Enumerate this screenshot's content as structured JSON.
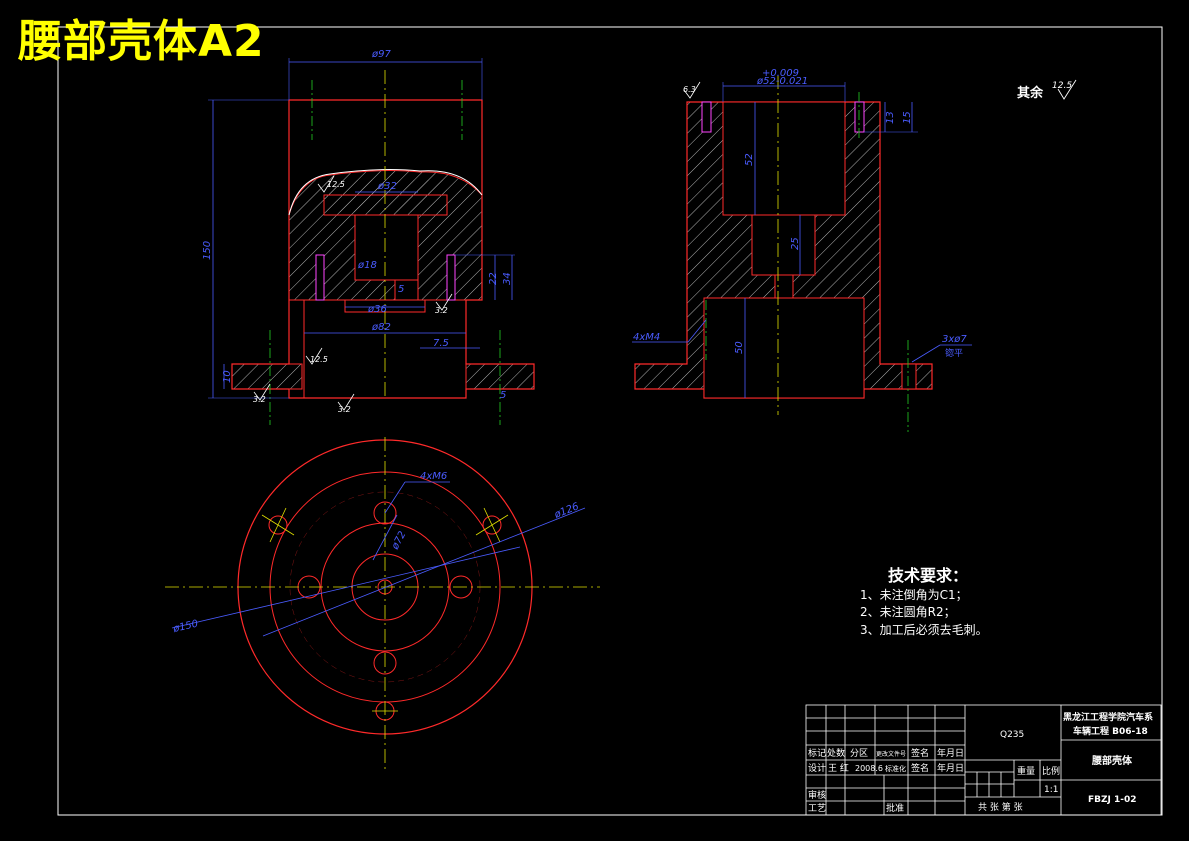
{
  "sheet": {
    "title": "腰部壳体A2"
  },
  "colors": {
    "background": "#000000",
    "outline": "#ff2a2a",
    "dimension": "#4a5cff",
    "centerline": "#22cc22",
    "axis": "#e0e000",
    "hatch": "#ffffff",
    "title": "#ffff00",
    "frame": "#ffffff"
  },
  "front_view": {
    "dims": {
      "top_width": "ø97",
      "height": "150",
      "inner_top": "ø32",
      "bore": "ø18",
      "base_inner": "ø82",
      "base_step": "ø36",
      "right_offset": "7.5",
      "flange_thk": "10",
      "groove_a": "22",
      "groove_b": "34",
      "tol_d": "5",
      "bottom_gap": "5"
    },
    "roughness": {
      "top": "12.5",
      "side": "3.2",
      "flange": "3.2",
      "base": "3.2",
      "lower": "12.5"
    }
  },
  "side_view": {
    "dims": {
      "tol_upper": "+0.009",
      "tol_main": "ø52-0.021",
      "depth": "52",
      "mid": "25",
      "lower": "50",
      "right_a": "13",
      "right_b": "15",
      "thread_left": "4xM4",
      "thread_right": "3xø7",
      "thread_right_note": "锪平"
    },
    "roughness": {
      "top_left": "6.3"
    },
    "other_roughness_label": "其余",
    "other_roughness_value": "12.5"
  },
  "top_view": {
    "dims": {
      "holes": "4xM6",
      "inner_pcd": "ø72",
      "pcd": "ø126",
      "outer": "ø150"
    }
  },
  "requirements": {
    "heading": "技术要求：",
    "items": [
      "1、未注倒角为C1；",
      "2、未注圆角R2；",
      "3、加工后必须去毛刺。"
    ]
  },
  "title_block": {
    "material": "Q235",
    "school": "黑龙江工程学院汽车系",
    "program": "车辆工程 B06-18",
    "part_name": "腰部壳体",
    "drawing_no": "FBZJ 1-02",
    "scale_value": "1:1",
    "header_cells": [
      "标记",
      "处数",
      "分区",
      "更改文件号",
      "签名",
      "年月日"
    ],
    "designer_row": [
      "设计",
      "王 红",
      "2008.6",
      "标准化",
      "签名",
      "年月日"
    ],
    "weight_label": "重量",
    "scale_label": "比例",
    "review_label": "审核",
    "process_label": "工艺",
    "approve_label": "批准",
    "sheets_label": "共  张  第  张"
  }
}
